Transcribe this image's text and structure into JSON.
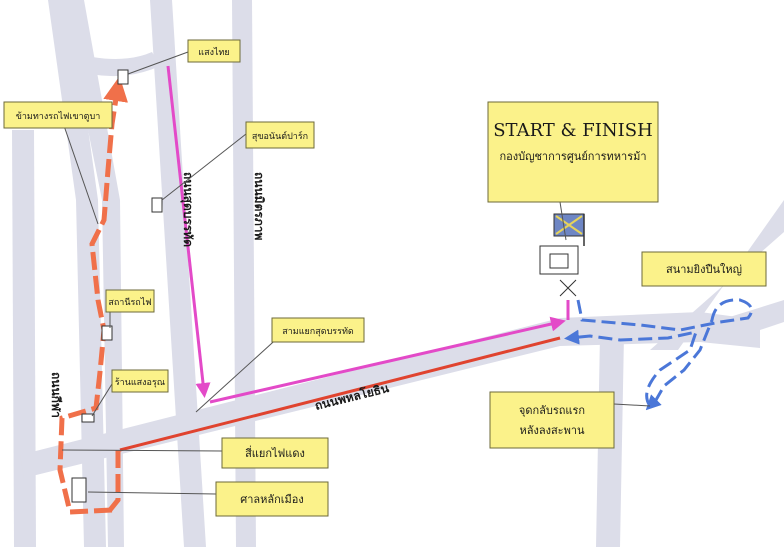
{
  "colors": {
    "road": "#dcdde9",
    "label_fill": "#fbf28a",
    "route_orange": "#f0704a",
    "route_pink": "#e34ac8",
    "route_red": "#e0432f",
    "route_blue": "#4b77d8"
  },
  "labels": {
    "saeng_thai": "แสงไทย",
    "rail_crossing": "ข้ามทางรถไฟเขาตูบา",
    "suan_park": "สุขอนันต์ปาร์ก",
    "station": "สถานีรถไฟ",
    "saeng_arun": "ร้านแสงอรุณ",
    "junction_sukban": "สามแยกสุดบรรทัด",
    "red_light": "สี่แยกไฟแดง",
    "city_pillar": "ศาลหลักเมือง",
    "start_finish_title": "START & FINISH",
    "start_finish_sub": "กองบัญชาการศูนย์การทหารม้า",
    "shooting_range": "สนามยิงปืนใหญ่",
    "u_turn_line1": "จุดกลับรถแรก",
    "u_turn_line2": "หลังลงสะพาน"
  },
  "roads": {
    "phahonyothin": "ถนนพหลโยธิน",
    "sudbanthat": "ถนนสุดบรรทัด",
    "mittraphap": "ถนนมิตรภาพ",
    "ki_sihanat": "ถนนกีฬา"
  },
  "icons": {
    "flag": "flag-icon",
    "building": "building-icon"
  }
}
